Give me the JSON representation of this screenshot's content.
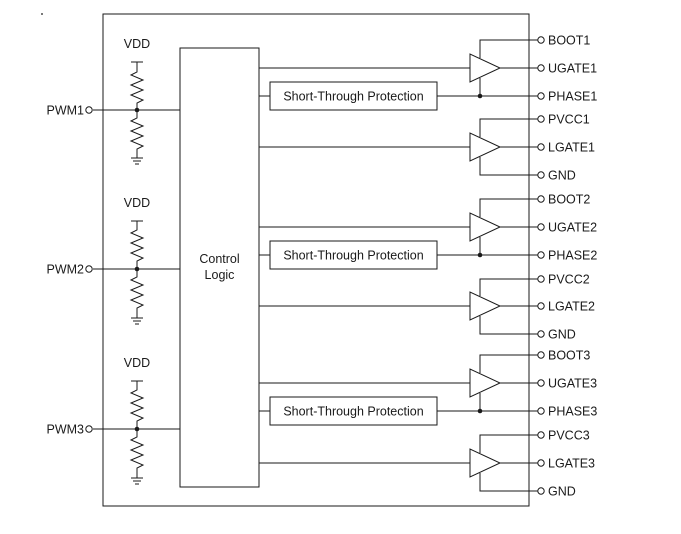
{
  "diagram": {
    "control_label_line1": "Control",
    "control_label_line2": "Logic",
    "vdd_label": "VDD",
    "pwm_inputs": [
      "PWM1",
      "PWM2",
      "PWM3"
    ],
    "protection_label": "Short-Through Protection",
    "channels": [
      {
        "boot": "BOOT1",
        "ugate": "UGATE1",
        "phase": "PHASE1",
        "pvcc": "PVCC1",
        "lgate": "LGATE1",
        "gnd": "GND"
      },
      {
        "boot": "BOOT2",
        "ugate": "UGATE2",
        "phase": "PHASE2",
        "pvcc": "PVCC2",
        "lgate": "LGATE2",
        "gnd": "GND"
      },
      {
        "boot": "BOOT3",
        "ugate": "UGATE3",
        "phase": "PHASE3",
        "pvcc": "PVCC3",
        "lgate": "LGATE3",
        "gnd": "GND"
      }
    ]
  }
}
